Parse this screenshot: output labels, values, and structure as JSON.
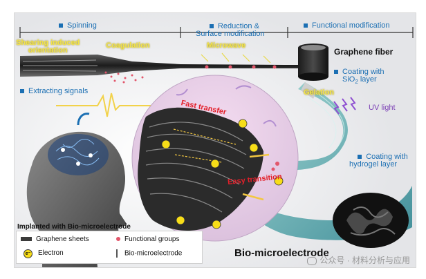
{
  "steps": {
    "spinning": "Spinning",
    "reduction": "Reduction &\nSurface modification",
    "functional": "Functional modification"
  },
  "fiber": {
    "shearing": "Shearing induced\norientation",
    "coagulation": "Coagulation",
    "microwave": "Microwave",
    "graphene_fiber": "Graphene fiber",
    "coating_sio2_prefix": "Coating with",
    "coating_sio2_suffix": "SiO",
    "coating_sio2_sub": "2",
    "coating_sio2_end": " layer",
    "gelation": "Gelation",
    "uv_light": "UV light",
    "coating_hydrogel": "Coating with\nhydrogel layer"
  },
  "center": {
    "fast_transfer": "Fast transfer",
    "easy_transition": "Easy transition",
    "electron_symbol": "e⁻"
  },
  "head": {
    "extracting_signals": "Extracting signals",
    "implanted": "Implanted with Bio-microelectrode"
  },
  "legend": {
    "graphene_sheets": "Graphene sheets",
    "functional_groups": "Functional groups",
    "electron": "Electron",
    "bio_microelectrode": "Bio-microelectrode"
  },
  "bio_title": "Bio-microelectrode",
  "watermark": "公众号 · 材料分析与应用",
  "colors": {
    "accent_blue": "#1b6fb3",
    "yellow_label": "#f3e44a",
    "red_label": "#e3202a",
    "purple_uv": "#7b3fb5"
  }
}
